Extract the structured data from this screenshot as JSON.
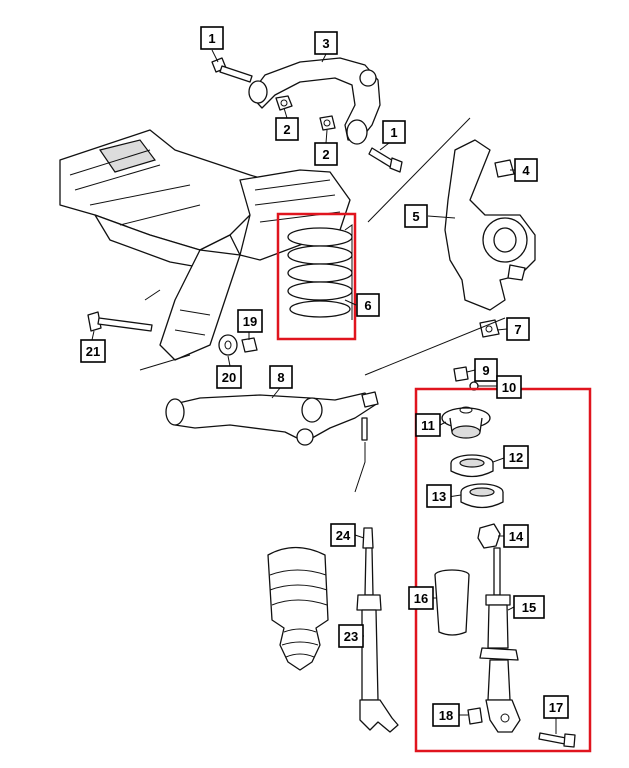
{
  "diagram": {
    "callouts": [
      {
        "id": "c1a",
        "text": "1"
      },
      {
        "id": "c3",
        "text": "3"
      },
      {
        "id": "c2a",
        "text": "2"
      },
      {
        "id": "c2b",
        "text": "2"
      },
      {
        "id": "c1b",
        "text": "1"
      },
      {
        "id": "c4",
        "text": "4"
      },
      {
        "id": "c5",
        "text": "5"
      },
      {
        "id": "c6",
        "text": "6"
      },
      {
        "id": "c7",
        "text": "7"
      },
      {
        "id": "c19",
        "text": "19"
      },
      {
        "id": "c21",
        "text": "21"
      },
      {
        "id": "c20",
        "text": "20"
      },
      {
        "id": "c8",
        "text": "8"
      },
      {
        "id": "c9",
        "text": "9"
      },
      {
        "id": "c10",
        "text": "10"
      },
      {
        "id": "c11",
        "text": "11"
      },
      {
        "id": "c12",
        "text": "12"
      },
      {
        "id": "c13",
        "text": "13"
      },
      {
        "id": "c14",
        "text": "14"
      },
      {
        "id": "c24",
        "text": "24"
      },
      {
        "id": "c16",
        "text": "16"
      },
      {
        "id": "c15",
        "text": "15"
      },
      {
        "id": "c23",
        "text": "23"
      },
      {
        "id": "c18",
        "text": "18"
      },
      {
        "id": "c17",
        "text": "17"
      }
    ],
    "highlight_color": "#e0141e"
  }
}
